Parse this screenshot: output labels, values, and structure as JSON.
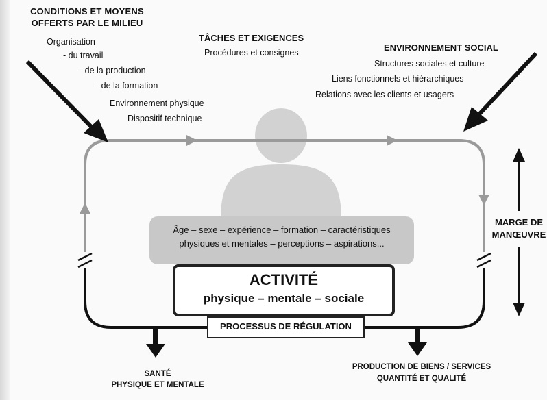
{
  "conditions": {
    "title_lines": [
      "CONDITIONS ET MOYENS",
      "OFFERTS PAR LE MILIEU"
    ],
    "items": [
      "Organisation",
      "- du travail",
      "- de la production",
      "- de la formation",
      "Environnement physique",
      "Dispositif technique"
    ]
  },
  "taches": {
    "title": "TÂCHES ET EXIGENCES",
    "subtitle": "Procédures et consignes"
  },
  "environnement": {
    "title": "ENVIRONNEMENT SOCIAL",
    "items": [
      "Structures sociales et culture",
      "Liens fonctionnels et hiérarchiques",
      "Relations avec les clients et usagers"
    ]
  },
  "personne": {
    "traits_lines": [
      "Âge – sexe – expérience – formation – caractéristiques",
      "physiques et mentales – perceptions – aspirations..."
    ]
  },
  "activite": {
    "title": "ACTIVITÉ",
    "subtitle": "physique – mentale – sociale"
  },
  "regulation": {
    "label": "PROCESSUS DE RÉGULATION"
  },
  "marge": {
    "lines": [
      "MARGE DE",
      "MANŒUVRE"
    ]
  },
  "outputs": {
    "sante_lines": [
      "SANTÉ",
      "PHYSIQUE ET MENTALE"
    ],
    "production_lines": [
      "PRODUCTION DE BIENS / SERVICES",
      "QUANTITÉ ET QUALITÉ"
    ]
  },
  "colors": {
    "loop_gray": "#9a9a9a",
    "person_gray": "#d2d2d2",
    "box_gray": "#c8c8c8",
    "ink": "#111111"
  }
}
